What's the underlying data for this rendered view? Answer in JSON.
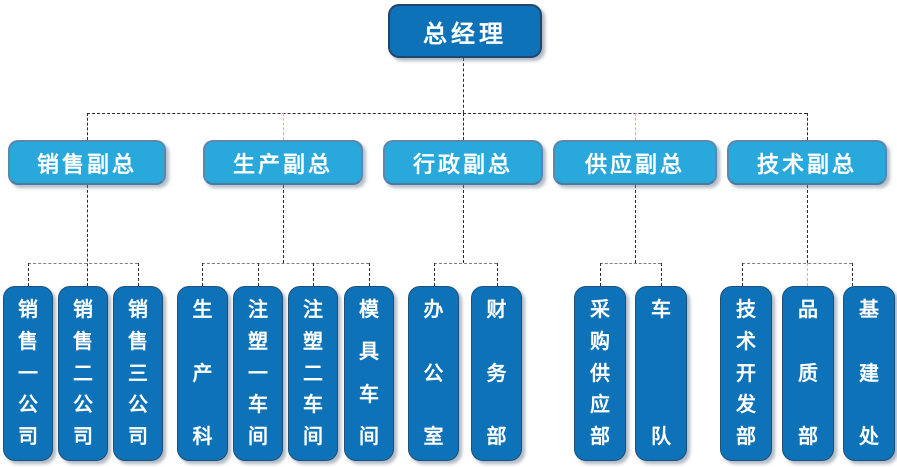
{
  "diagram_type": "org-chart",
  "org": {
    "root": "总经理",
    "groups": [
      {
        "vp": "销售副总",
        "children": [
          "销售一公司",
          "销售二公司",
          "销售三公司"
        ]
      },
      {
        "vp": "生产副总",
        "children": [
          "生产科",
          "注塑一车间",
          "注塑二车间",
          "模具车间"
        ]
      },
      {
        "vp": "行政副总",
        "children": [
          "办公室",
          "财务部"
        ]
      },
      {
        "vp": "供应副总",
        "children": [
          "采购供应部",
          "车队"
        ]
      },
      {
        "vp": "技术副总",
        "children": [
          "技术开发部",
          "品质部",
          "基建处"
        ]
      }
    ]
  },
  "colors": {
    "root_fill": "#0d72b8",
    "vp_fill": "#29a8dc",
    "child_fill": "#0d72b8",
    "root_border": "#24456b",
    "vp_border": "#5b87ae",
    "child_border": "#1f4e79",
    "text": "#ffffff",
    "connector_dark": "#2b2b2b",
    "connector_gray": "#7f7f7f",
    "connector_light": "#9dc3e6",
    "background": "#ffffff"
  }
}
